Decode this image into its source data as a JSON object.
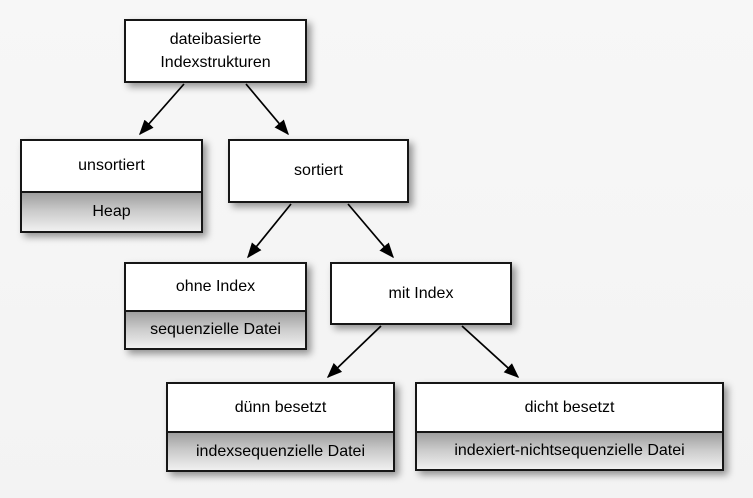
{
  "diagram": {
    "type": "tree",
    "nodes": {
      "root": {
        "label": "dateibasierte\nIndexstrukturen"
      },
      "unsortiert": {
        "label": "unsortiert",
        "sublabel": "Heap"
      },
      "sortiert": {
        "label": "sortiert"
      },
      "ohne_index": {
        "label": "ohne Index",
        "sublabel": "sequenzielle Datei"
      },
      "mit_index": {
        "label": "mit Index"
      },
      "duenn_besetzt": {
        "label": "dünn besetzt",
        "sublabel": "indexsequenzielle Datei"
      },
      "dicht_besetzt": {
        "label": "dicht besetzt",
        "sublabel": "indexiert-nichtsequenzielle Datei"
      }
    },
    "edges": [
      {
        "from": "root",
        "to": "unsortiert"
      },
      {
        "from": "root",
        "to": "sortiert"
      },
      {
        "from": "sortiert",
        "to": "ohne_index"
      },
      {
        "from": "sortiert",
        "to": "mit_index"
      },
      {
        "from": "mit_index",
        "to": "duenn_besetzt"
      },
      {
        "from": "mit_index",
        "to": "dicht_besetzt"
      }
    ],
    "colors": {
      "background": "#f5f5f5",
      "box_fill": "#ffffff",
      "box_border": "#161616",
      "sublabel_gradient_top": "#9f9f9f",
      "sublabel_gradient_bottom": "#f0f0f0",
      "arrow": "#000000",
      "text": "#000000"
    }
  }
}
